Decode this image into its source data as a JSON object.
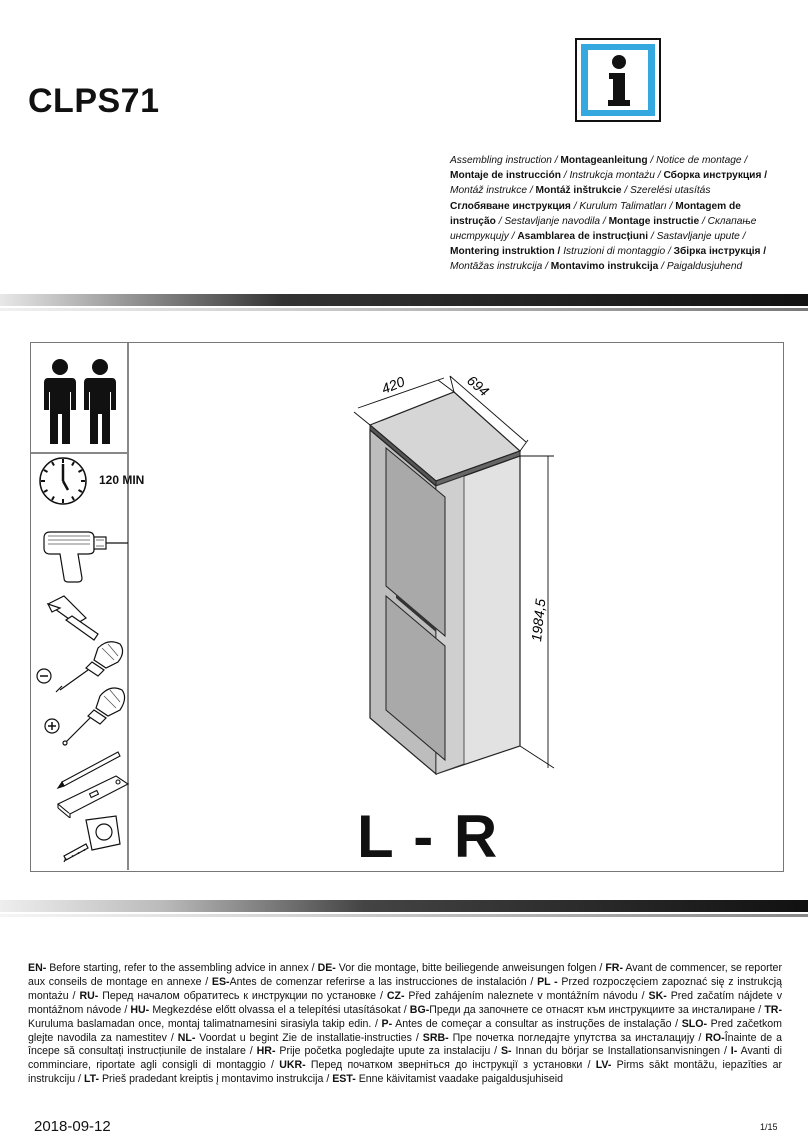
{
  "header": {
    "title": "CLPS71",
    "info_icon": "info-icon"
  },
  "languages": {
    "line1": [
      {
        "text": "Assembling instruction / ",
        "style": "it"
      },
      {
        "text": "Montageanleitung",
        "style": "bold"
      },
      {
        "text": " / Notice de montage /",
        "style": "it"
      }
    ],
    "line2": [
      {
        "text": "Montaje de instrucción",
        "style": "bold"
      },
      {
        "text": " / Instrukcja montażu / ",
        "style": "it"
      },
      {
        "text": "Сборка инструкция /",
        "style": "bold"
      }
    ],
    "line3": [
      {
        "text": "Montáž instrukce /    ",
        "style": "it"
      },
      {
        "text": "Montáž inštrukcie",
        "style": "bold"
      },
      {
        "text": " / Szerelési utasítás",
        "style": "it"
      }
    ],
    "line4": [
      {
        "text": "Сглобяване инструкция",
        "style": "bold"
      },
      {
        "text": " / Kurulum Talimatları / ",
        "style": "it"
      },
      {
        "text": "Montagem de",
        "style": "bold"
      }
    ],
    "line5": [
      {
        "text": "instrução",
        "style": "bold"
      },
      {
        "text": " / Sestavljanje navodila / ",
        "style": "it"
      },
      {
        "text": "Montage instructie",
        "style": "bold"
      },
      {
        "text": " / Склапање",
        "style": "it"
      }
    ],
    "line6": [
      {
        "text": "инструкцију / ",
        "style": "it"
      },
      {
        "text": "Asamblarea de instrucțiuni",
        "style": "bold"
      },
      {
        "text": " / Sastavljanje upute /",
        "style": "it"
      }
    ],
    "line7": [
      {
        "text": "Montering instruktion /",
        "style": "bold"
      },
      {
        "text": " Istruzioni di montaggio / ",
        "style": "it"
      },
      {
        "text": "Збірка інструкція /",
        "style": "bold"
      }
    ],
    "line8": [
      {
        "text": "Montāžas instrukcija / ",
        "style": "it"
      },
      {
        "text": "Montavimo instrukcija",
        "style": "bold"
      },
      {
        "text": " / Paigaldusjuhend",
        "style": "it"
      }
    ]
  },
  "requirements": {
    "persons_icon": "two-persons-icon",
    "clock_icon": "clock-icon",
    "time": "120 MIN",
    "tools": [
      "drill-icon",
      "hammer-icon",
      "flat-screwdriver-icon",
      "phillips-screwdriver-icon",
      "pencil-icon",
      "level-icon",
      "tape-measure-icon"
    ],
    "minus_symbol": "−",
    "plus_symbol": "+"
  },
  "dimensions": {
    "depth": "420",
    "width": "694",
    "height": "1984,5"
  },
  "variant_label": "L - R",
  "footer": {
    "paragraph": [
      {
        "text": "EN-",
        "style": "bold"
      },
      {
        "text": " Before starting, refer to the assembling advice in annex / "
      },
      {
        "text": "DE-",
        "style": "bold"
      },
      {
        "text": " Vor die montage, bitte beiliegende anweisungen folgen / "
      },
      {
        "text": "FR-",
        "style": "bold"
      },
      {
        "text": " Avant de commencer, se reporter aux conseils de montage en annexe / "
      },
      {
        "text": "ES-",
        "style": "bold"
      },
      {
        "text": "Antes de comenzar referirse a las instrucciones de instalación / "
      },
      {
        "text": "PL -",
        "style": "bold"
      },
      {
        "text": " Przed rozpoczęciem  zapoznać się z instrukcją montażu / "
      },
      {
        "text": "RU-",
        "style": "bold"
      },
      {
        "text": " Перед началом обратитесь к инструкции по установке / "
      },
      {
        "text": "CZ-",
        "style": "bold"
      },
      {
        "text": " Před zahájením naleznete v montážním  návodu / "
      },
      {
        "text": "SK-",
        "style": "bold"
      },
      {
        "text": " Pred začatím nájdete v montážnom návode / "
      },
      {
        "text": "HU-",
        "style": "bold"
      },
      {
        "text": "  Megkezdése előtt olvassa el a telepítési utasításokat / "
      },
      {
        "text": "BG-",
        "style": "bold"
      },
      {
        "text": "Преди да започнете се отнасят към инструкциите за инсталиране / "
      },
      {
        "text": "TR-",
        "style": "bold"
      },
      {
        "text": " Kuruluma baslamadan once, montaj talimatnamesini sirasiyla takip edin. / "
      },
      {
        "text": "P-",
        "style": "bold"
      },
      {
        "text": " Antes de começar a consultar as instruções de instalação / "
      },
      {
        "text": "SLO-",
        "style": "bold"
      },
      {
        "text": " Pred začetkom glejte navodila za namestitev / "
      },
      {
        "text": "NL-",
        "style": "bold"
      },
      {
        "text": " Voordat u begint Zie de installatie-instructies / "
      },
      {
        "text": "SRB-",
        "style": "bold"
      },
      {
        "text": " Пре почетка погледајте упутства за инсталацију / "
      },
      {
        "text": "RO-",
        "style": "bold"
      },
      {
        "text": "Înainte de a începe să consultați instrucțiunile de instalare / "
      },
      {
        "text": "HR-",
        "style": "bold"
      },
      {
        "text": " Prije početka pogledajte upute za instalaciju / "
      },
      {
        "text": "S-",
        "style": "bold"
      },
      {
        "text": " Innan du börjar se Installationsanvisningen / "
      },
      {
        "text": "I-",
        "style": "bold"
      },
      {
        "text": " Avanti di comminciare, riportate agli consigli di montaggio / "
      },
      {
        "text": "UKR-",
        "style": "bold"
      },
      {
        "text": " Перед початком зверніться до інструкції з установки / "
      },
      {
        "text": "LV-",
        "style": "bold"
      },
      {
        "text": " Pirms sākt montāžu, iepazīties ar instrukciju / "
      },
      {
        "text": "LT-",
        "style": "bold"
      },
      {
        "text": " Prieš pradedant kreiptis į montavimo instrukcija / "
      },
      {
        "text": "EST-",
        "style": "bold"
      },
      {
        "text": " Enne käivitamist vaadake paigaldusjuhiseid"
      }
    ],
    "date": "2018-09-12",
    "page": "1/15"
  }
}
